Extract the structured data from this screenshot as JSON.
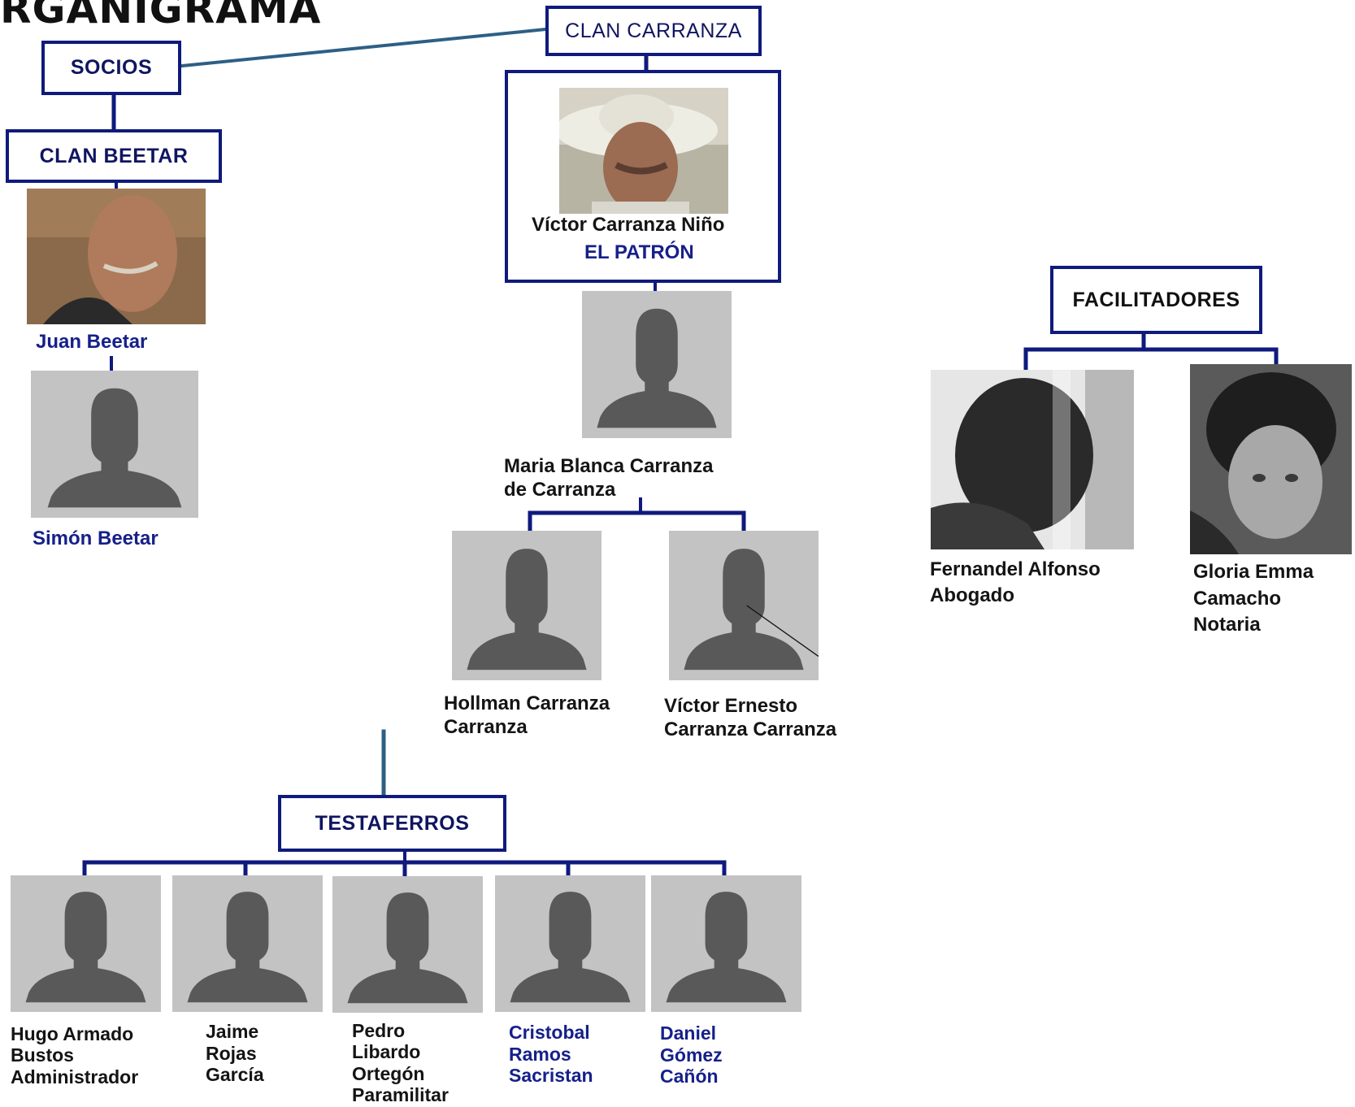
{
  "title": "RGANIGRAMA",
  "boxes": {
    "socios": "SOCIOS",
    "clan_carranza": "CLAN CARRANZA",
    "clan_beetar": "CLAN BEETAR",
    "facilitadores": "FACILITADORES",
    "testaferros": "TESTAFERROS"
  },
  "patron": {
    "name": "Víctor Carranza Niño",
    "role": "EL PATRÓN"
  },
  "beetar": {
    "juan": "Juan Beetar",
    "simon": "Simón Beetar"
  },
  "carranza": {
    "maria_line1": "Maria Blanca Carranza",
    "maria_line2": "de Carranza",
    "hollman_line1": "Hollman Carranza",
    "hollman_line2": "Carranza",
    "victor_e_line1": "Víctor Ernesto",
    "victor_e_line2": "Carranza Carranza"
  },
  "facilitadores": {
    "fernandel_line1": "Fernandel Alfonso",
    "fernandel_line2": "Abogado",
    "gloria_line1": "Gloria Emma",
    "gloria_line2": "Camacho",
    "gloria_line3": "Notaria"
  },
  "testaferros": [
    {
      "l1": "Hugo Armado",
      "l2": "Bustos",
      "l3": "Administrador",
      "l4": ""
    },
    {
      "l1": "Jaime",
      "l2": "Rojas",
      "l3": "García",
      "l4": ""
    },
    {
      "l1": "Pedro",
      "l2": "Libardo",
      "l3": "Ortegón",
      "l4": "Paramilitar"
    },
    {
      "l1": "Cristobal",
      "l2": "Ramos",
      "l3": "Sacristan",
      "l4": ""
    },
    {
      "l1": "Daniel",
      "l2": "Gómez",
      "l3": "Cañón",
      "l4": ""
    }
  ],
  "colors": {
    "box_border": "#0f1a7c",
    "navy_text": "#16208a",
    "teal_line": "#2d5f86",
    "placeholder_bg": "#c3c3c3",
    "silhouette": "#595959"
  },
  "icons": {
    "placeholder": "person-silhouette-icon"
  }
}
